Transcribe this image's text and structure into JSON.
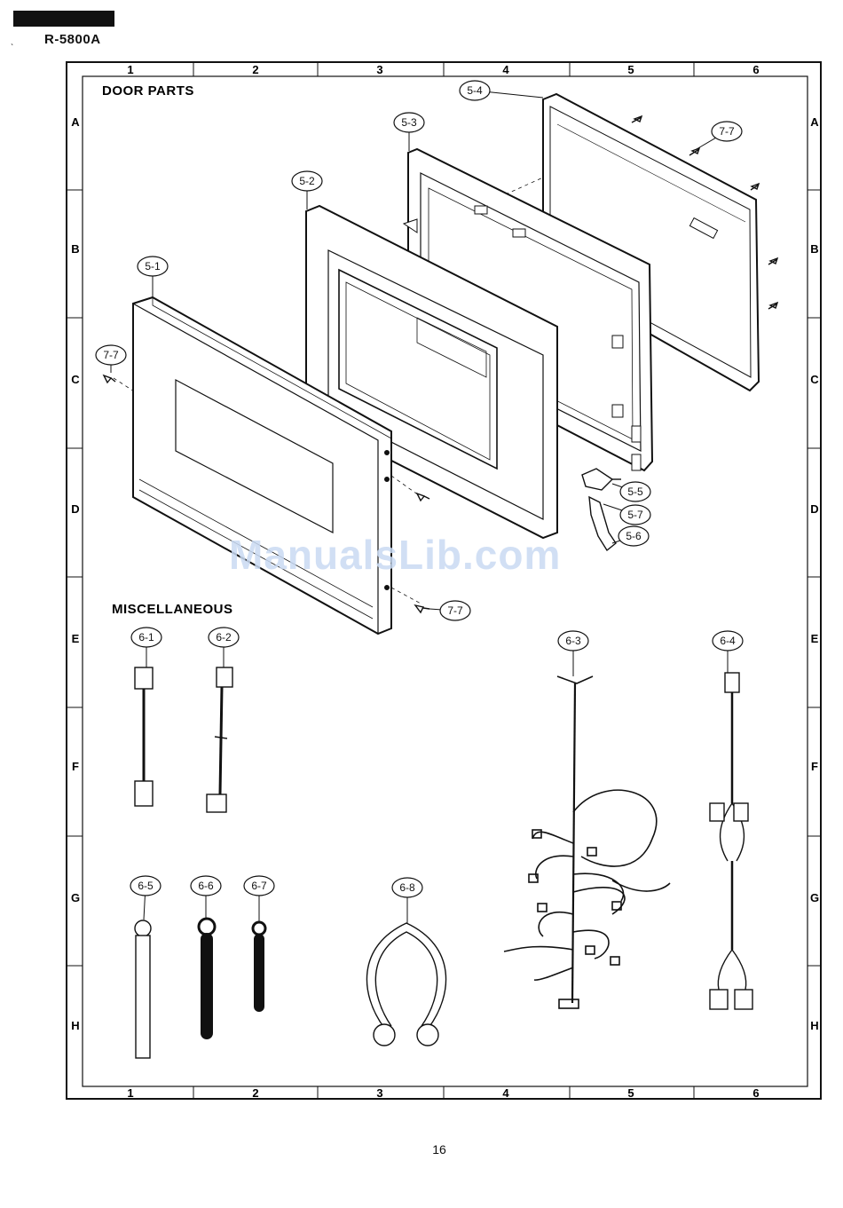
{
  "header": {
    "model": "R-5800A"
  },
  "sections": {
    "door_parts": "DOOR PARTS",
    "miscellaneous": "MISCELLANEOUS"
  },
  "grid": {
    "columns": [
      "1",
      "2",
      "3",
      "4",
      "5",
      "6"
    ],
    "rows": [
      "A",
      "B",
      "C",
      "D",
      "E",
      "F",
      "G",
      "H"
    ]
  },
  "callouts": {
    "c_5_1": "5-1",
    "c_5_2": "5-2",
    "c_5_3": "5-3",
    "c_5_4": "5-4",
    "c_5_5": "5-5",
    "c_5_6": "5-6",
    "c_5_7": "5-7",
    "c_7_7_a": "7-7",
    "c_7_7_b": "7-7",
    "c_7_7_c": "7-7",
    "c_6_1": "6-1",
    "c_6_2": "6-2",
    "c_6_3": "6-3",
    "c_6_4": "6-4",
    "c_6_5": "6-5",
    "c_6_6": "6-6",
    "c_6_7": "6-7",
    "c_6_8": "6-8"
  },
  "footer": {
    "page_number": "16"
  },
  "watermark": "ManualsLib.com"
}
